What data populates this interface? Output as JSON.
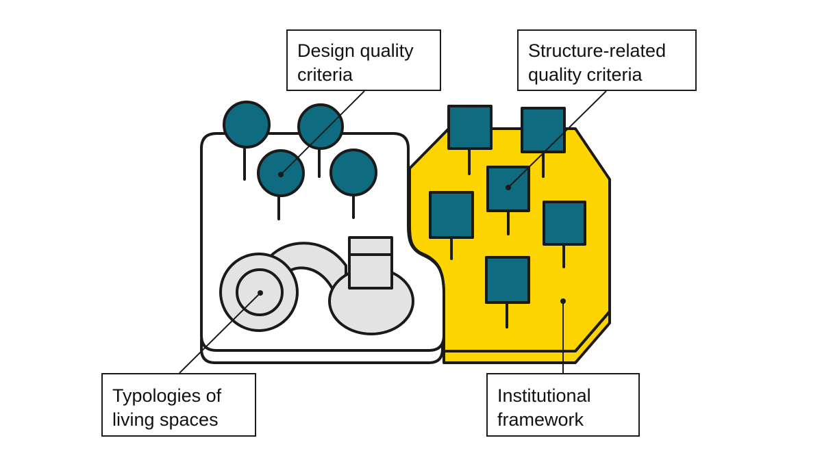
{
  "labels": {
    "design_quality": {
      "line1": "Design quality",
      "line2": "criteria"
    },
    "structure_quality": {
      "line1": "Structure-related",
      "line2": "quality criteria"
    },
    "typologies": {
      "line1": "Typologies of",
      "line2": "living spaces"
    },
    "institutional": {
      "line1": "Institutional",
      "line2": "framework"
    }
  },
  "colors": {
    "teal": "#0e6b80",
    "yellow": "#fcd400",
    "light_gray": "#e3e3e3",
    "outline": "#1a1a1a",
    "white": "#ffffff"
  },
  "icons": {
    "tree_icon": "round-tree",
    "sign_icon": "square-sign",
    "building_icon": "round-building"
  }
}
